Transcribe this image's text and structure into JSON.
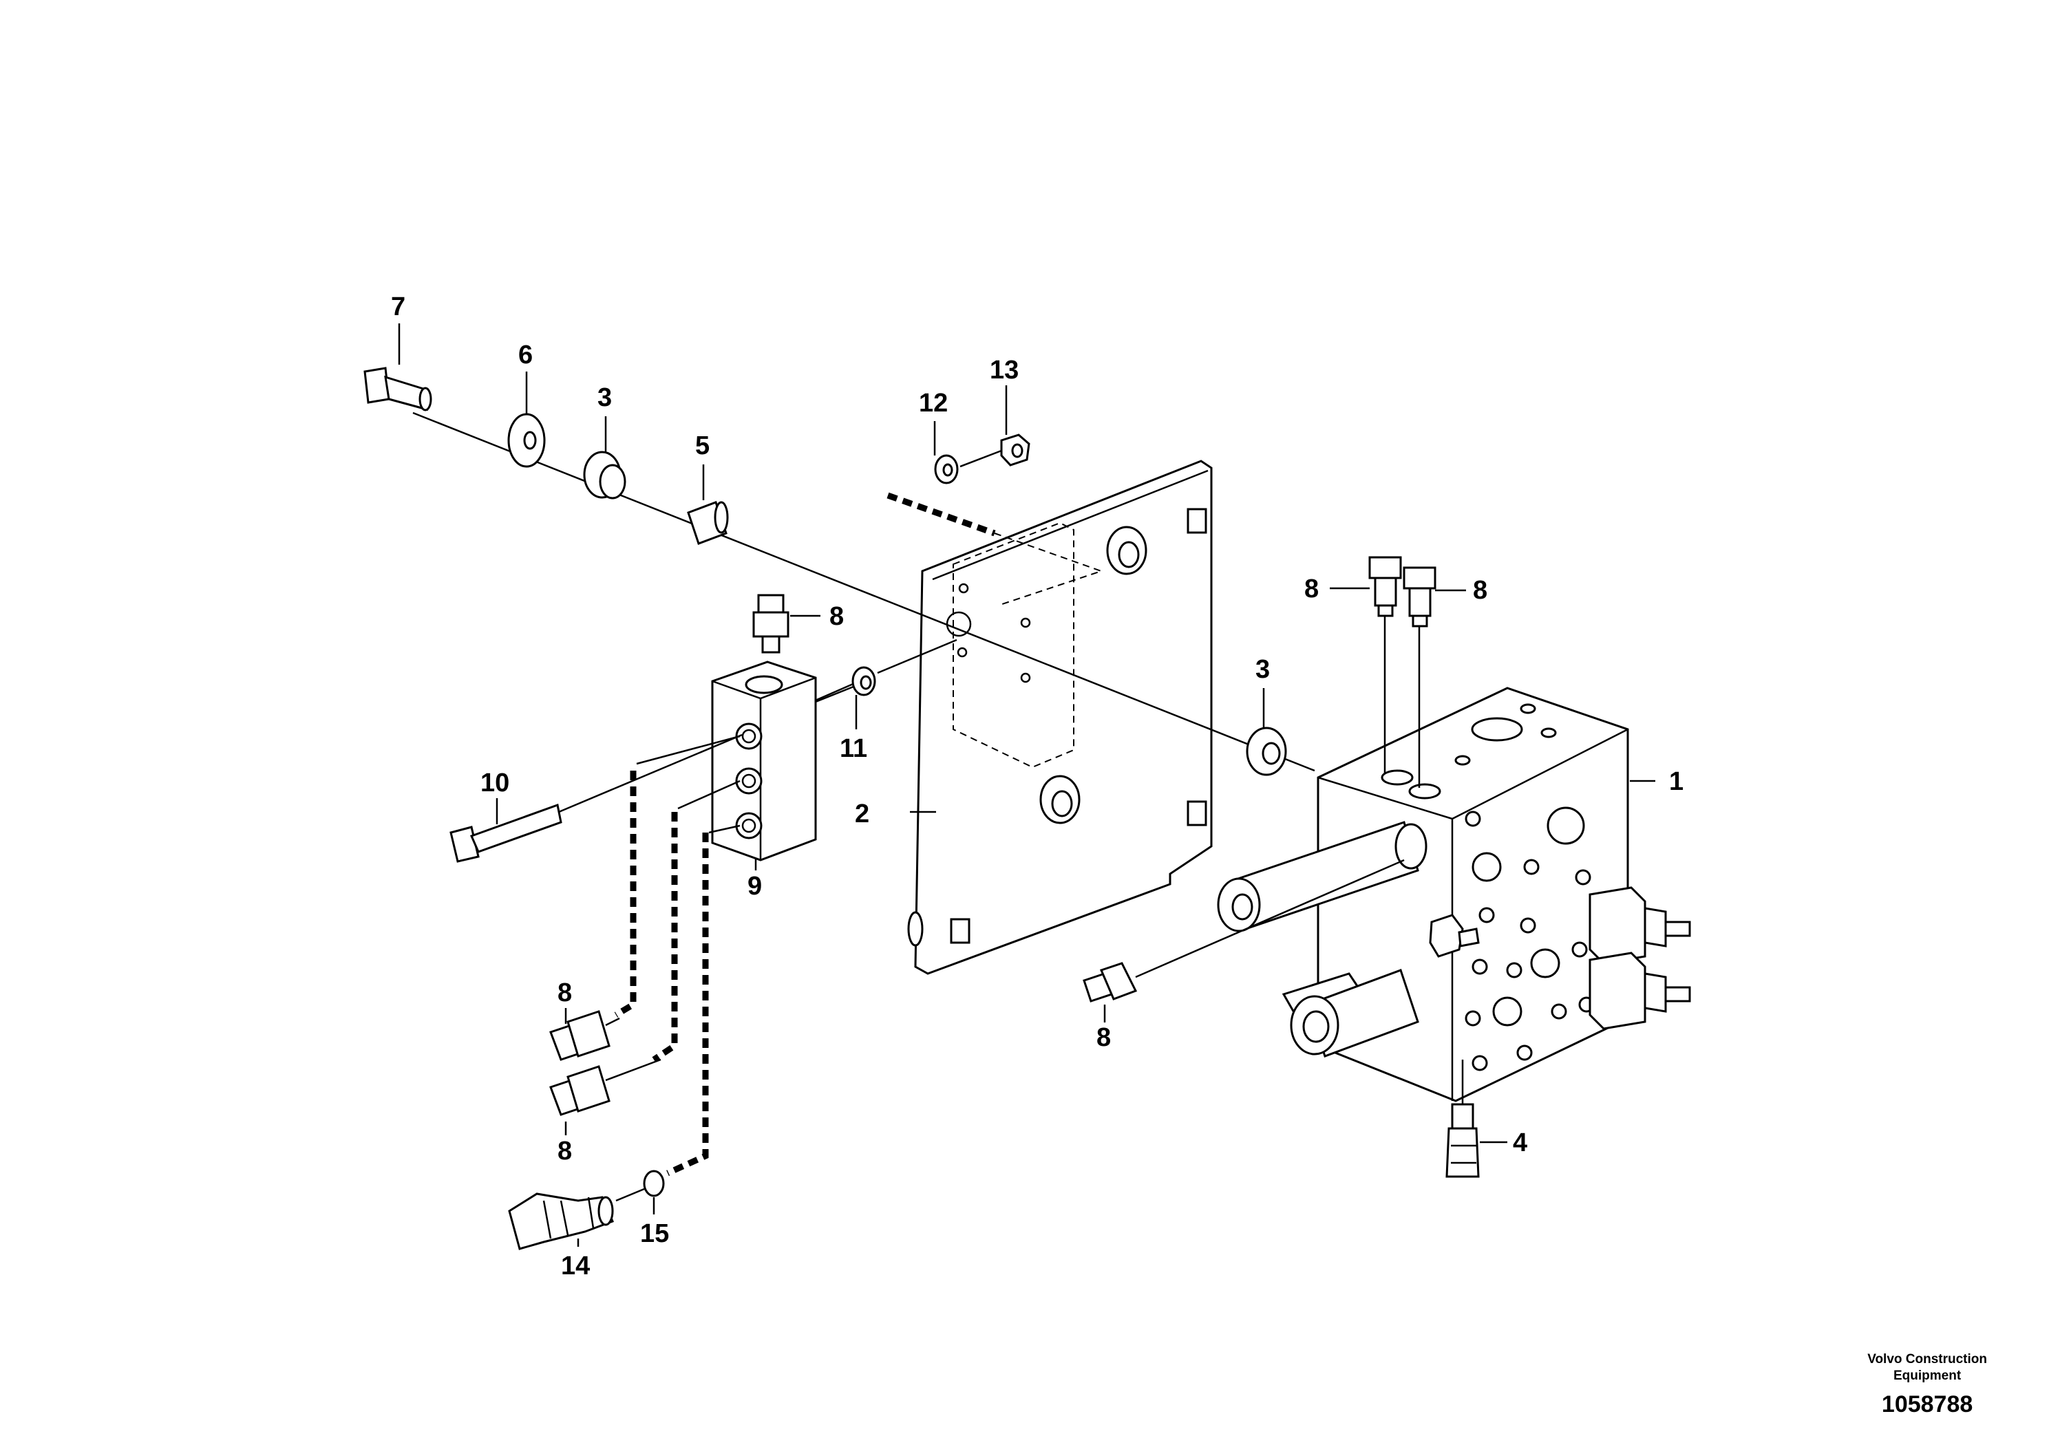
{
  "callouts": {
    "c1": "1",
    "c2": "2",
    "c3a": "3",
    "c3b": "3",
    "c4": "4",
    "c5": "5",
    "c6": "6",
    "c7": "7",
    "c8a": "8",
    "c8b": "8",
    "c8c": "8",
    "c8d": "8",
    "c8e": "8",
    "c8f": "8",
    "c9": "9",
    "c10": "10",
    "c11": "11",
    "c12": "12",
    "c13": "13",
    "c14": "14",
    "c15": "15"
  },
  "footer": {
    "brand_line1": "Volvo Construction",
    "brand_line2": "Equipment",
    "doc_number": "1058788"
  }
}
